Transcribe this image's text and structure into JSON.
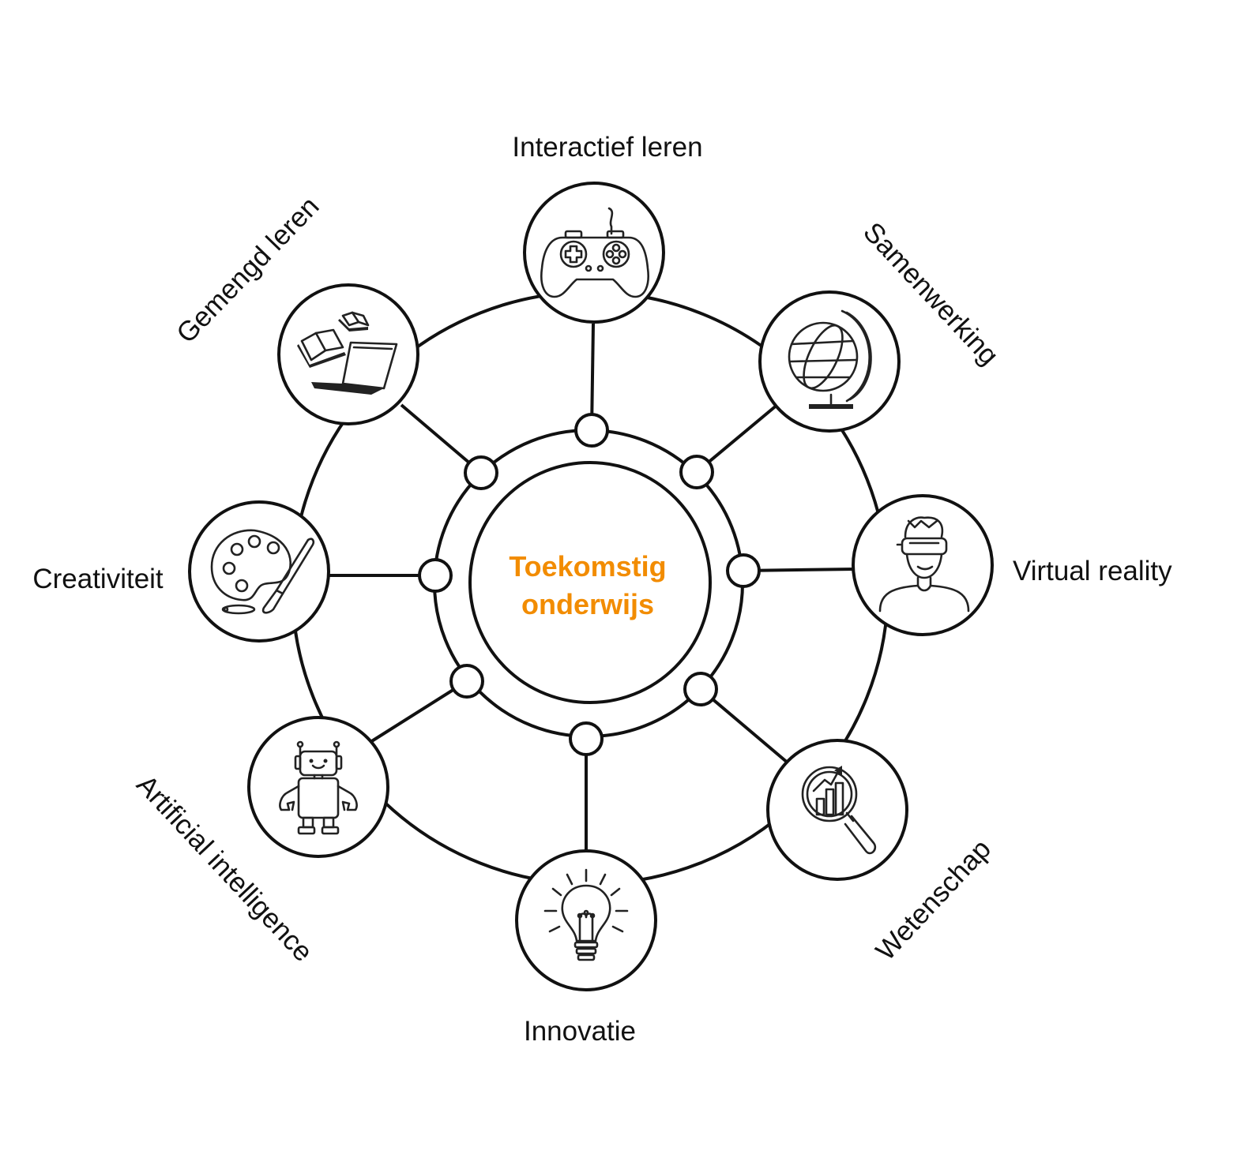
{
  "center": {
    "line1": "Toekomstig",
    "line2": "onderwijs",
    "color": "#F28C00"
  },
  "nodes": [
    {
      "key": "interactief",
      "label": "Interactief leren",
      "icon": "gamepad-icon"
    },
    {
      "key": "samenwerking",
      "label": "Samenwerking",
      "icon": "globe-icon"
    },
    {
      "key": "vr",
      "label": "Virtual reality",
      "icon": "vr-headset-person-icon"
    },
    {
      "key": "wetenschap",
      "label": "Wetenschap",
      "icon": "magnifier-chart-icon"
    },
    {
      "key": "innovatie",
      "label": "Innovatie",
      "icon": "lightbulb-icon"
    },
    {
      "key": "ai",
      "label": "Artificial intelligence",
      "icon": "robot-icon"
    },
    {
      "key": "creativiteit",
      "label": "Creativiteit",
      "icon": "palette-icon"
    },
    {
      "key": "gemengd",
      "label": "Gemengd leren",
      "icon": "books-laptop-icon"
    }
  ],
  "colors": {
    "stroke": "#111111",
    "background": "#FFFFFF"
  }
}
